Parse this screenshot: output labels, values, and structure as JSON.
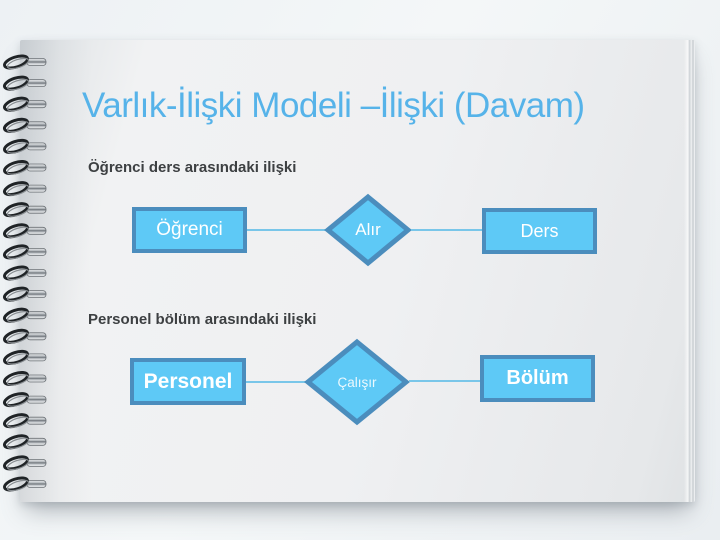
{
  "slide": {
    "title": "Varlık-İlişki Modeli –İlişki (Davam)",
    "sections": [
      {
        "heading": "Öğrenci ders arasındaki ilişki",
        "entities": {
          "left": "Öğrenci",
          "right": "Ders"
        },
        "relationship": "Alır"
      },
      {
        "heading": "Personel bölüm arasındaki ilişki",
        "entities": {
          "left": "Personel",
          "right": "Bölüm"
        },
        "relationship": "Çalışır"
      }
    ]
  },
  "colors": {
    "title_text": "#56b3e9",
    "heading_text": "#3d4042",
    "shape_fill": "#5ec9f6",
    "shape_border": "#4b8dbd",
    "shape_text": "#ffffff",
    "connector": "#79c6e9",
    "page": "#eff0f2",
    "background": "#eef2f4"
  },
  "decorations": {
    "spiral_binding": "metal-coils-left",
    "coil_count": 21
  }
}
